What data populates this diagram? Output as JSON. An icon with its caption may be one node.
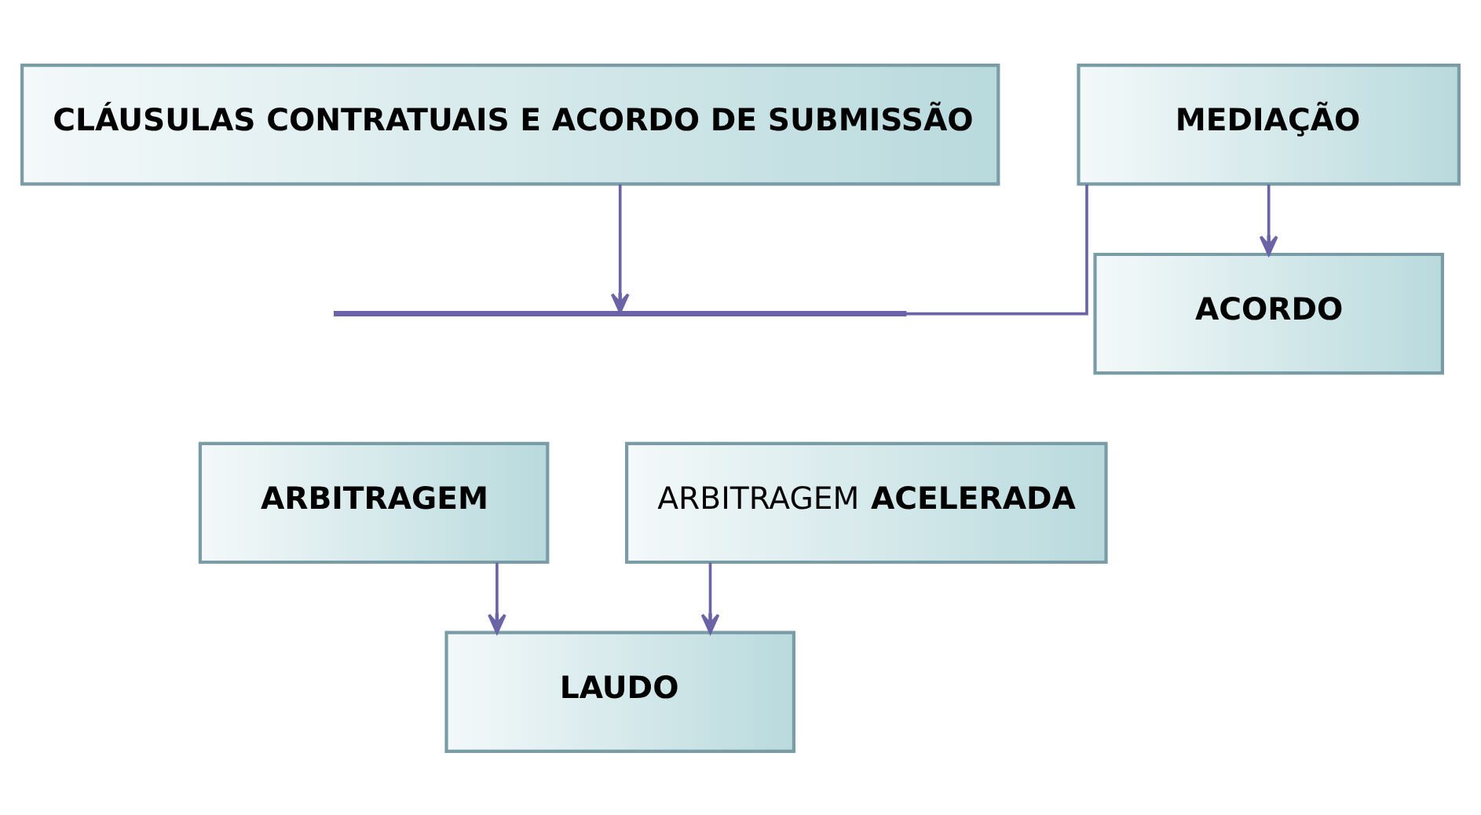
{
  "diagram": {
    "nodes": [
      {
        "text": [
          "CLÁUSULAS CONTRATUAIS E ACORDO DE SUBMISSÃO"
        ]
      },
      {
        "text": [
          "MEDIAÇÃO"
        ]
      },
      {
        "text": [],
        "shape": "bar"
      },
      {
        "text": [
          "ACORDO"
        ]
      },
      {
        "text": [
          "ARBITRAGEM"
        ]
      },
      {
        "text": [
          "ARBITRAGEM **ACELERADA**"
        ]
      },
      {
        "text": [
          "LAUDO"
        ]
      }
    ],
    "edges": [
      {
        "from": 0,
        "to": 2,
        "arrow": "to"
      },
      {
        "from": 1,
        "to": 2,
        "arrow": "none"
      },
      {
        "from": 1,
        "to": 3,
        "arrow": "to"
      },
      {
        "from": 4,
        "to": 6,
        "arrow": "to"
      },
      {
        "from": 5,
        "to": 6,
        "arrow": "to"
      }
    ]
  }
}
